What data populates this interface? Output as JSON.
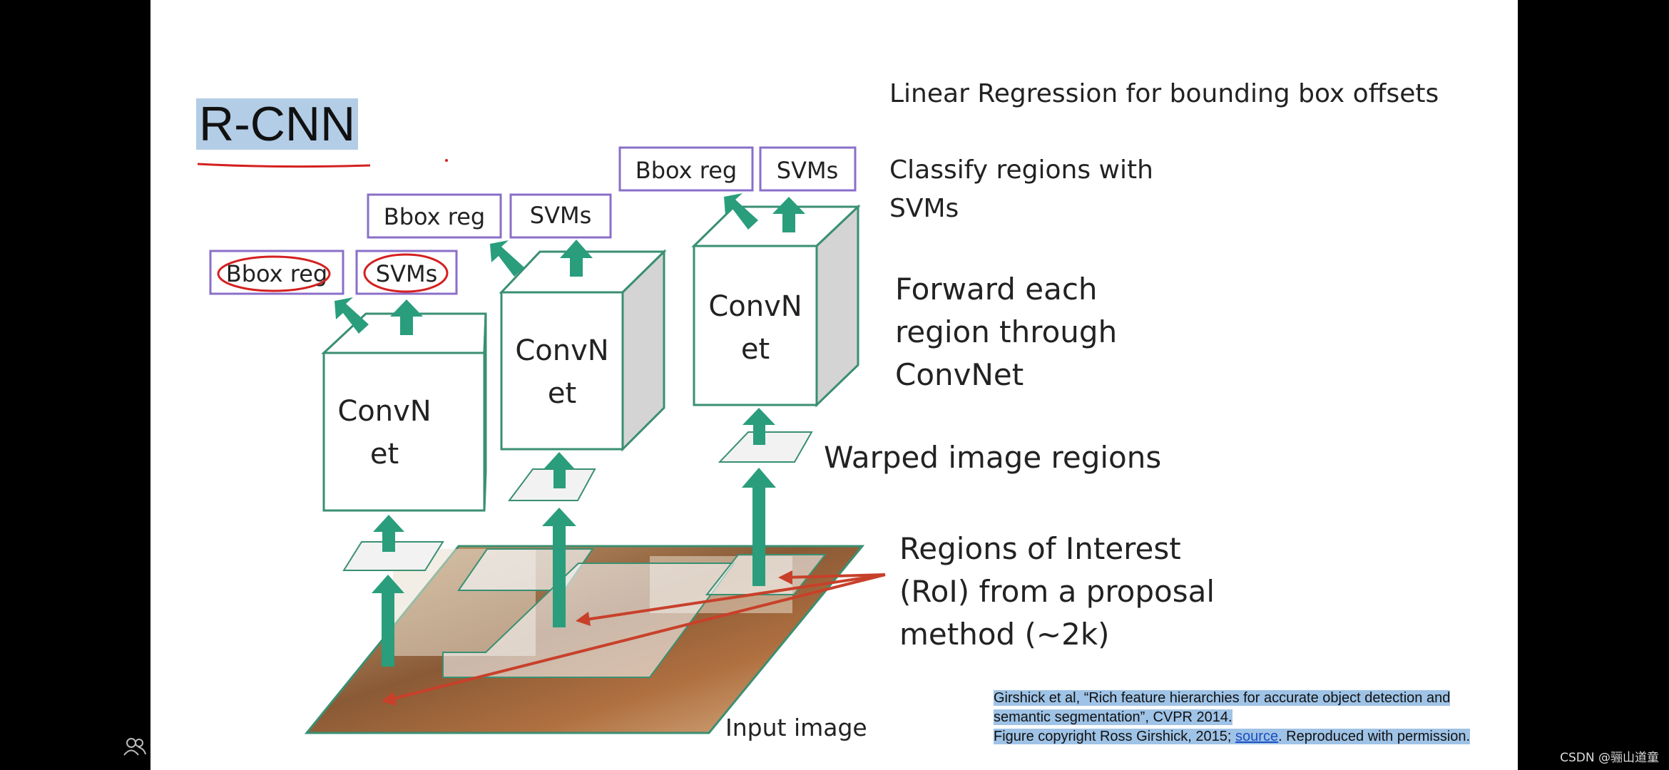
{
  "slide_title": "R-CNN",
  "top_label": "Linear Regression for bounding box offsets",
  "step_labels": {
    "classify": [
      "Classify regions with",
      "SVMs"
    ],
    "forward": [
      "Forward each",
      "region through",
      "ConvNet"
    ],
    "warped": "Warped image regions",
    "roi": [
      "Regions of Interest",
      "(RoI) from a proposal",
      "method (~2k)"
    ],
    "input": "Input image"
  },
  "pipelines": [
    {
      "bbox": "Bbox reg",
      "svm": "SVMs",
      "convnet": [
        "ConvN",
        "et"
      ]
    },
    {
      "bbox": "Bbox reg",
      "svm": "SVMs",
      "convnet": [
        "ConvN",
        "et"
      ]
    },
    {
      "bbox": "Bbox reg",
      "svm": "SVMs",
      "convnet": [
        "ConvN",
        "et"
      ]
    }
  ],
  "citation": {
    "line1": "Girshick et al, “Rich feature hierarchies for accurate object detection and",
    "line2": "semantic segmentation”, CVPR 2014.",
    "line3_pre": "Figure copyright Ross Girshick, 2015; ",
    "link": "source",
    "line3_post": ". Reproduced with permission."
  },
  "watermark": "CSDN @骊山道童",
  "colors": {
    "arrow": "#2a9d7c",
    "box_outline": "#8a6fc8",
    "convnet_outline": "#3a8f72",
    "annotation": "#d42020",
    "roi_arrow": "#c8402a"
  },
  "icons": [
    "people-icon"
  ]
}
